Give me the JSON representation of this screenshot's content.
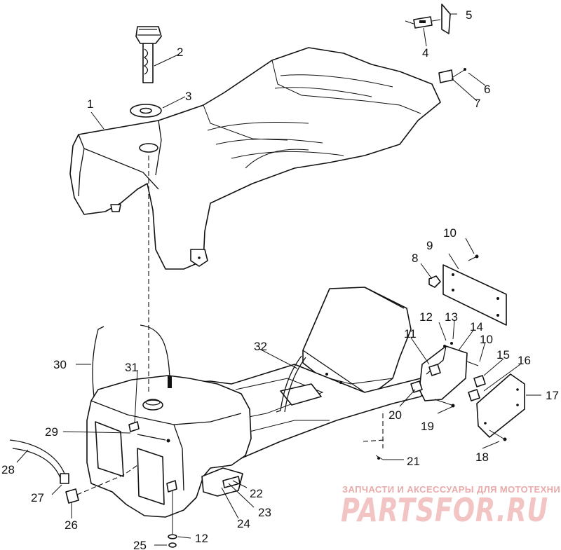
{
  "callouts": {
    "c1": "1",
    "c2": "2",
    "c3": "3",
    "c4": "4",
    "c5": "5",
    "c6": "6",
    "c7": "7",
    "c8": "8",
    "c9": "9",
    "c10a": "10",
    "c10b": "10",
    "c11": "11",
    "c12a": "12",
    "c12b": "12",
    "c13": "13",
    "c14": "14",
    "c15": "15",
    "c16": "16",
    "c17": "17",
    "c18": "18",
    "c19": "19",
    "c20": "20",
    "c21": "21",
    "c22": "22",
    "c23": "23",
    "c24": "24",
    "c25": "25",
    "c26": "26",
    "c27": "27",
    "c28": "28",
    "c29": "29",
    "c30": "30",
    "c31": "31",
    "c32": "32"
  },
  "watermark": {
    "tagline": "ЗАПЧАСТИ И АКСЕССУАРЫ ДЛЯ МОТОТЕХНИКИ",
    "brand": "PARTSFOR.RU",
    "color": "#f2c4c4"
  }
}
